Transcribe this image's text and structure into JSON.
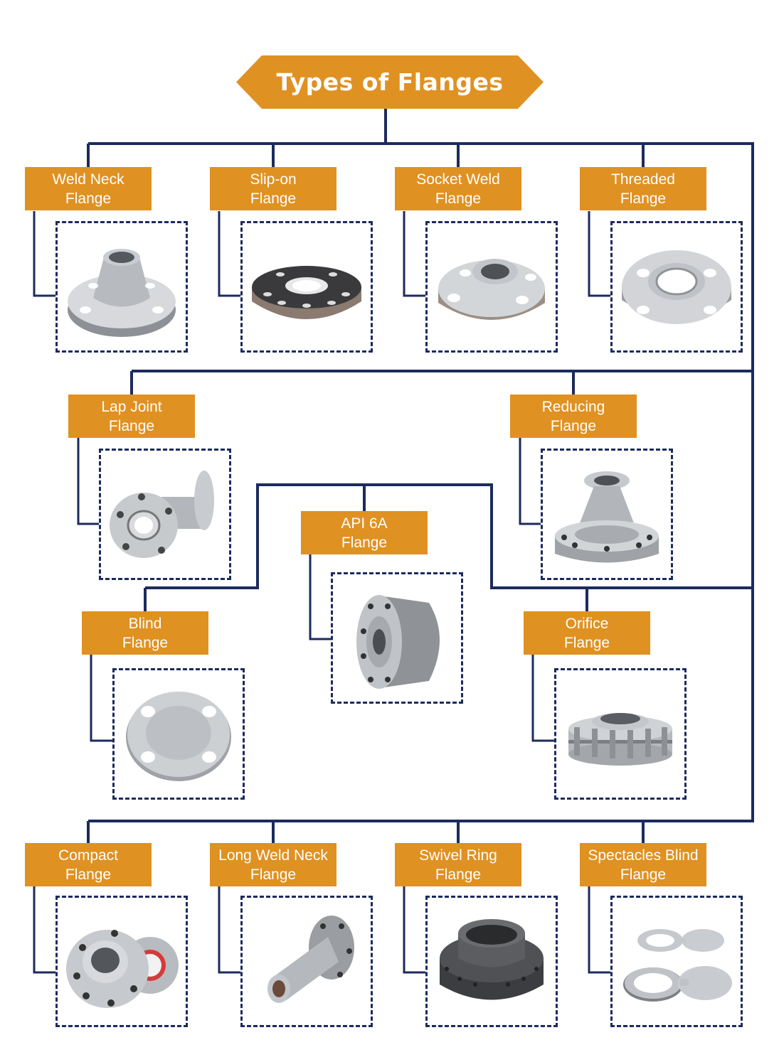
{
  "title": "Types of Flanges",
  "colors": {
    "accent": "#df9122",
    "line": "#1c2b5e",
    "metal": "#b9bcc0"
  },
  "flanges": [
    {
      "id": "weld-neck",
      "label": "Weld Neck\nFlange",
      "image": "weld-neck-flange-photo"
    },
    {
      "id": "slip-on",
      "label": "Slip-on\nFlange",
      "image": "slip-on-flange-photo"
    },
    {
      "id": "socket-weld",
      "label": "Socket Weld\nFlange",
      "image": "socket-weld-flange-photo"
    },
    {
      "id": "threaded",
      "label": "Threaded\nFlange",
      "image": "threaded-flange-photo"
    },
    {
      "id": "lap-joint",
      "label": "Lap Joint\nFlange",
      "image": "lap-joint-flange-photo"
    },
    {
      "id": "reducing",
      "label": "Reducing\nFlange",
      "image": "reducing-flange-photo"
    },
    {
      "id": "api-6a",
      "label": "API 6A\nFlange",
      "image": "api-6a-flange-photo"
    },
    {
      "id": "blind",
      "label": "Blind\nFlange",
      "image": "blind-flange-photo"
    },
    {
      "id": "orifice",
      "label": "Orifice\nFlange",
      "image": "orifice-flange-photo"
    },
    {
      "id": "compact",
      "label": "Compact\nFlange",
      "image": "compact-flange-photo"
    },
    {
      "id": "long-weld-neck",
      "label": "Long Weld Neck\nFlange",
      "image": "long-weld-neck-flange-photo"
    },
    {
      "id": "swivel-ring",
      "label": "Swivel Ring\nFlange",
      "image": "swivel-ring-flange-photo"
    },
    {
      "id": "spectacles-blind",
      "label": "Spectacles Blind\nFlange",
      "image": "spectacles-blind-flange-photo"
    }
  ]
}
